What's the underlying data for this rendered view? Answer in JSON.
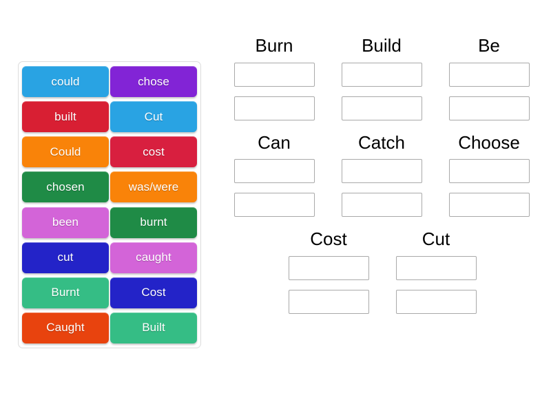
{
  "activity": {
    "type": "group-sort",
    "background_color": "#ffffff"
  },
  "tile_panel": {
    "border_color": "#dcdcdc",
    "tiles": [
      {
        "label": "could",
        "color": "#29a3e3"
      },
      {
        "label": "chose",
        "color": "#8224d6"
      },
      {
        "label": "built",
        "color": "#d81f33"
      },
      {
        "label": "Cut",
        "color": "#29a3e3"
      },
      {
        "label": "Could",
        "color": "#f98309"
      },
      {
        "label": "cost",
        "color": "#d81f3f"
      },
      {
        "label": "chosen",
        "color": "#1f8b46"
      },
      {
        "label": "was/were",
        "color": "#f98309"
      },
      {
        "label": "been",
        "color": "#d364d8"
      },
      {
        "label": "burnt",
        "color": "#1f8b46"
      },
      {
        "label": "cut",
        "color": "#2323c8"
      },
      {
        "label": "caught",
        "color": "#d364d8"
      },
      {
        "label": "Burnt",
        "color": "#35bd85"
      },
      {
        "label": "Cost",
        "color": "#2323c8"
      },
      {
        "label": "Caught",
        "color": "#e8430e"
      },
      {
        "label": "Built",
        "color": "#35bd85"
      }
    ]
  },
  "answer_area": {
    "box_border_color": "#a9a9a9",
    "rows": [
      {
        "centered": false,
        "groups": [
          {
            "title": "Burn",
            "answers": [
              "",
              ""
            ]
          },
          {
            "title": "Build",
            "answers": [
              "",
              ""
            ]
          },
          {
            "title": "Be",
            "answers": [
              "",
              ""
            ]
          }
        ]
      },
      {
        "centered": false,
        "groups": [
          {
            "title": "Can",
            "answers": [
              "",
              ""
            ]
          },
          {
            "title": "Catch",
            "answers": [
              "",
              ""
            ]
          },
          {
            "title": "Choose",
            "answers": [
              "",
              ""
            ]
          }
        ]
      },
      {
        "centered": true,
        "groups": [
          {
            "title": "Cost",
            "answers": [
              "",
              ""
            ]
          },
          {
            "title": "Cut",
            "answers": [
              "",
              ""
            ]
          }
        ]
      }
    ]
  }
}
